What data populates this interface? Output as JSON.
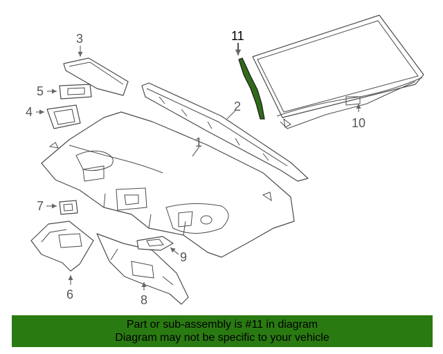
{
  "diagram": {
    "callouts": [
      "1",
      "2",
      "3",
      "4",
      "5",
      "6",
      "7",
      "8",
      "9",
      "10",
      "11"
    ],
    "highlight_color": "#2f6b1a"
  },
  "banner": {
    "line1": "Part or sub-assembly is #11 in diagram",
    "line2": "Diagram may not be specific to your vehicle",
    "background": "#2a7a12"
  }
}
